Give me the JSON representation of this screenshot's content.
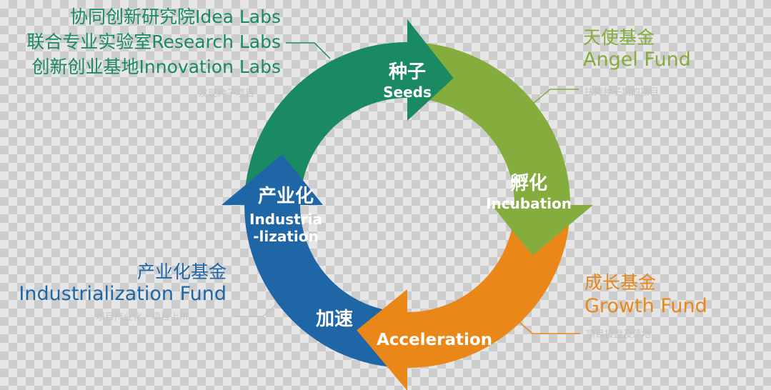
{
  "colors": {
    "seeds": "#1a8a63",
    "incubation": "#84ad3e",
    "acceleration": "#e98818",
    "industrialization": "#1f66a7"
  },
  "stages": {
    "seeds": {
      "cn": "种子",
      "en": "Seeds"
    },
    "incubation": {
      "cn": "孵化",
      "en": "Incubation"
    },
    "acceleration": {
      "cn": "加速",
      "en": "Acceleration"
    },
    "industrialization": {
      "cn": "产业化",
      "en1": "Industria",
      "en2": "-lization"
    }
  },
  "labs": {
    "lines": [
      "协同创新研究院Idea Labs",
      "联合专业实验室Research Labs",
      "创新创业基地Innovation Labs"
    ],
    "note": "发现种子项目"
  },
  "angel": {
    "cn": "天使基金",
    "en": "Angel Fund",
    "note": "扶持种子期的项目"
  },
  "growth": {
    "cn": "成长基金",
    "en": "Growth Fund",
    "note": "项目接盘及落地"
  },
  "industrial_fund": {
    "cn": "产业化基金",
    "en": "Industrialization Fund",
    "note": "项目产业化，项目上市。"
  }
}
